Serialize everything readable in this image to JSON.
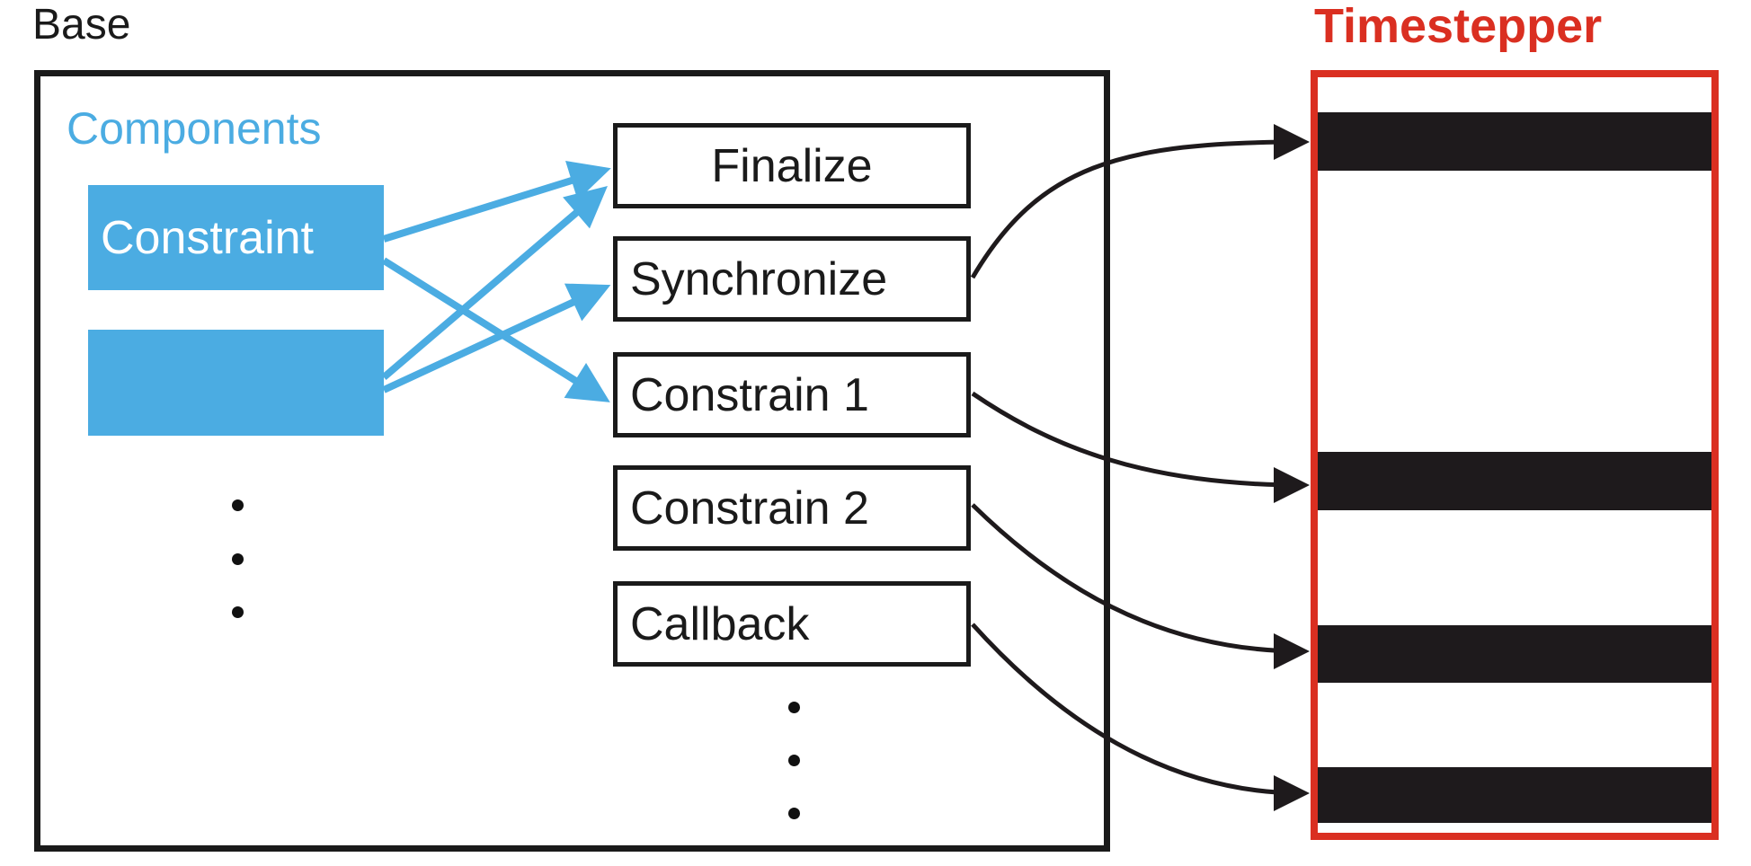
{
  "base": {
    "label": "Base"
  },
  "components": {
    "label": "Components",
    "items": [
      {
        "label": "Constraint"
      },
      {
        "label": ""
      }
    ],
    "more_indicator": "vertical-ellipsis"
  },
  "methods": [
    {
      "label": "Finalize"
    },
    {
      "label": "Synchronize"
    },
    {
      "label": "Constrain 1"
    },
    {
      "label": "Constrain 2"
    },
    {
      "label": "Callback"
    }
  ],
  "methods_more_indicator": "vertical-ellipsis",
  "timestepper": {
    "label": "Timestepper",
    "slot_count": 4
  },
  "connections": {
    "component_to_method": [
      {
        "from": "Constraint",
        "to": "Finalize"
      },
      {
        "from": "Constraint",
        "to": "Constrain 1"
      },
      {
        "from": "component-2",
        "to": "Finalize"
      },
      {
        "from": "component-2",
        "to": "Synchronize"
      }
    ],
    "method_to_slot": [
      {
        "from": "Synchronize",
        "to": "slot-1"
      },
      {
        "from": "Constrain 1",
        "to": "slot-2"
      },
      {
        "from": "Constrain 2",
        "to": "slot-3"
      },
      {
        "from": "Callback",
        "to": "slot-4"
      }
    ]
  },
  "colors": {
    "component_blue": "#4bace2",
    "timestepper_red": "#da2f21",
    "slot_black": "#1e1a1c",
    "line_black": "#1a1a1a"
  }
}
